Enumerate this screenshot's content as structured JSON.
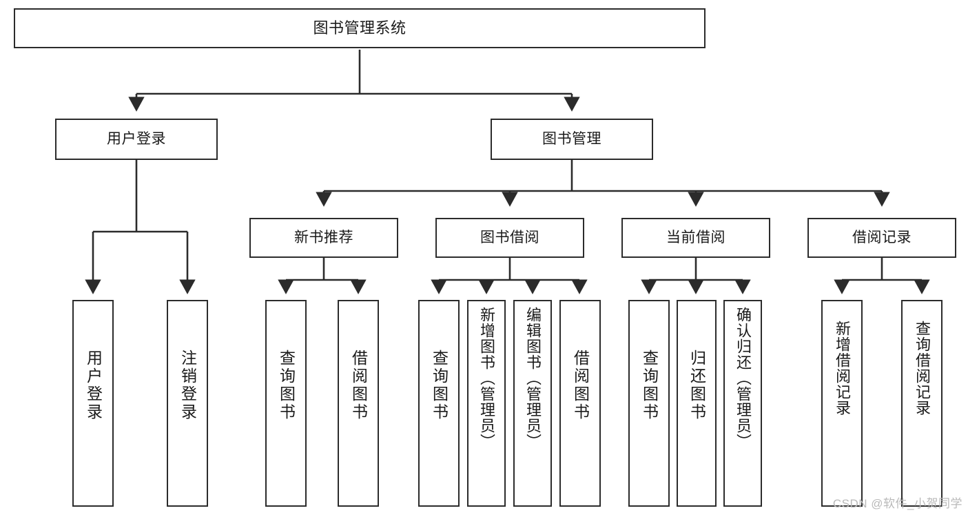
{
  "diagram": {
    "title": "图书管理系统",
    "type": "hierarchy-tree",
    "watermark": "CSDN @软件_小贺同学",
    "colors": {
      "stroke": "#2b2b2b",
      "fill": "#ffffff",
      "text": "#1a1a1a",
      "watermark": "#b9b9b9"
    },
    "nodes": {
      "root": {
        "label": "图书管理系统"
      },
      "level2": [
        {
          "id": "user-login",
          "label": "用户登录"
        },
        {
          "id": "book-manage",
          "label": "图书管理"
        }
      ],
      "level3": [
        {
          "id": "new-book-recommend",
          "label": "新书推荐"
        },
        {
          "id": "book-borrow",
          "label": "图书借阅"
        },
        {
          "id": "current-borrow",
          "label": "当前借阅"
        },
        {
          "id": "borrow-record",
          "label": "借阅记录"
        }
      ],
      "leaves": [
        {
          "id": "leaf-user-login",
          "label": "用户登录",
          "parent": "user-login"
        },
        {
          "id": "leaf-user-logout",
          "label": "注销登录",
          "parent": "user-login"
        },
        {
          "id": "leaf-query-book-1",
          "label": "查询图书",
          "parent": "new-book-recommend"
        },
        {
          "id": "leaf-borrow-book-1",
          "label": "借阅图书",
          "parent": "new-book-recommend"
        },
        {
          "id": "leaf-query-book-2",
          "label": "查询图书",
          "parent": "book-borrow"
        },
        {
          "id": "leaf-add-book",
          "label": "新增图书（管理员）",
          "parent": "book-borrow"
        },
        {
          "id": "leaf-edit-book",
          "label": "编辑图书（管理员）",
          "parent": "book-borrow"
        },
        {
          "id": "leaf-borrow-book-2",
          "label": "借阅图书",
          "parent": "book-borrow"
        },
        {
          "id": "leaf-query-book-3",
          "label": "查询图书",
          "parent": "current-borrow"
        },
        {
          "id": "leaf-return-book",
          "label": "归还图书",
          "parent": "current-borrow"
        },
        {
          "id": "leaf-confirm-return",
          "label": "确认归还（管理员）",
          "parent": "current-borrow"
        },
        {
          "id": "leaf-add-record",
          "label": "新增借阅记录",
          "parent": "borrow-record"
        },
        {
          "id": "leaf-query-record",
          "label": "查询借阅记录",
          "parent": "borrow-record"
        }
      ]
    }
  }
}
